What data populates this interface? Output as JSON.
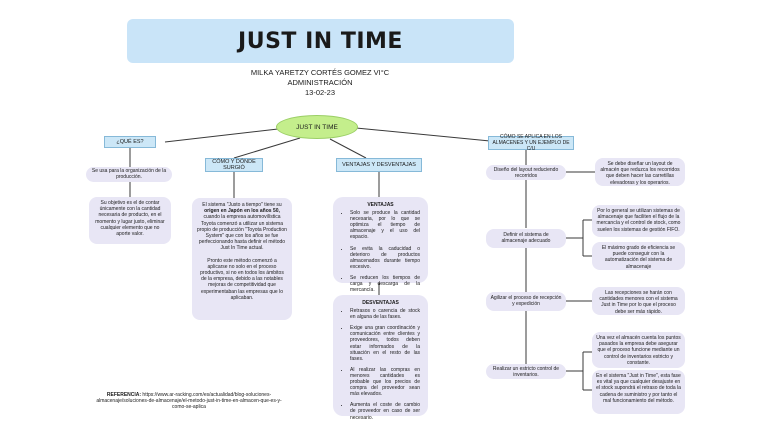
{
  "title": "JUST IN TIME",
  "author": {
    "name": "MILKA YARETZY CORTÉS GOMEZ VI°C",
    "subject": "ADMINISTRACIÓN",
    "date": "13-02-23"
  },
  "center_node": "JUST IN TIME",
  "col1": {
    "header": "¿QUÉ ES?",
    "box1": "Se usa para la organización de la producción.",
    "box2": "Su objetivo es el de contar únicamente con la cantidad necesaria de producto, en el momento y lugar justo, eliminar cualquier elemento que no aporte valor."
  },
  "col2": {
    "header": "CÓMO Y DÓNDE SURGIÓ",
    "p1_a": "El sistema \"Justo a tiempo\" tiene su ",
    "p1_bold": "origen en Japón en los años 50,",
    "p1_b": " cuando la empresa automovilística Toyota comenzó a utilizar un sistema propio de producción \"Toyota Production System\" que con los años se fue perfeccionando hasta definir el método Just In Time actual.",
    "p2": "Pronto este método comenzó a aplicarse no solo en el proceso productivo, si no en todos los ámbitos de la empresa, debido a las notables mejoras de competitividad que experimentaban las empresas que lo aplicaban."
  },
  "col3": {
    "header": "VENTAJAS Y DESVENTAJAS",
    "ventajas_title": "VENTAJAS",
    "ventajas": [
      "Solo se produce la cantidad necesaria, por lo que se optimiza el tiempo de almacenaje y el uso del espacio.",
      "Se evita la caducidad o deterioro de productos almacenados durante tiempo excesivo.",
      "Se reducen los tiempos de carga y descarga de la mercancía."
    ],
    "desventajas_title": "DESVENTAJAS",
    "desventajas": [
      "Retrasos o carencia de stock en alguna de las fases.",
      "Exige una gran coordinación y comunicación entre clientes y proveedores, todos deben estar informados de la situación en el resto de las fases.",
      "Al realizar las compras en menores cantidades es probable que los precios de compra del proveedor sean más elevados.",
      "Aumenta el coste de cambio de proveedor en caso de ser necesario."
    ]
  },
  "col4": {
    "header": "CÓMO SE APLICA EN LOS ALMACENES Y UN EJEMPLO DE C/U",
    "steps": [
      "Diseño del layout reduciendo recorridos",
      "Definir el sistema de almacenaje adecuado",
      "Agilizar el proceso de recepción y expedición",
      "Realizar un estricto control de inventarios."
    ],
    "examples": [
      "Se debe diseñar un layout de almacén que reduzca los recorridos que deben hacer las carretillas elevadoras y los operarios.",
      "Por lo general se utilizan sistemas de almacenaje que faciliten el flujo de la mercancía y el control de stock, como suelen los sistemas de gestión FIFO.",
      "El máximo grado de eficiencia se puede conseguir con la automatización del sistema de almacenaje",
      "Las recepciones se harán con cantidades menores con el sistema Just in Time por lo que el proceso debe ser más rápido.",
      "Una vez el almacén cuenta los puntos pasados la empresa debe asegurar que el proceso funcione mediante un control de inventarios estricto y constante.",
      "En el sistema \"Just in Time\", esta fase es vital ya que cualquier desajuste en el stock supondrá el retraso de toda la cadena de suministro y por tanto el mal funcionamiento del método."
    ]
  },
  "reference": {
    "label": "REFERENCIA:",
    "url": " https://www.ar-racking.com/es/actualidad/blog-soluciones-almacenaje/soluciones-de-almacenaje/el-metodo-just-in-time-en-almacen-que-es-y-como-se-aplica"
  },
  "colors": {
    "title_bg": "#c9e4f8",
    "center_node": "#c4ee8c",
    "header_bg": "#cce7f7",
    "box_bg": "#e8e6f5"
  }
}
